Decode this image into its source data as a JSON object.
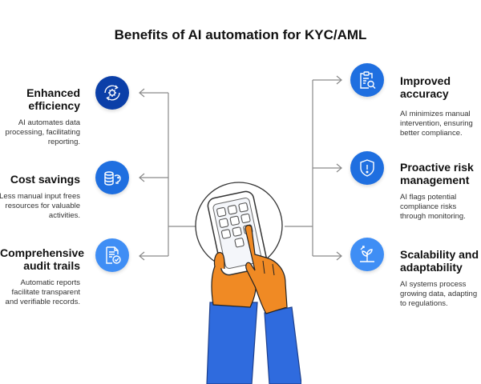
{
  "title": "Benefits of AI automation for KYC/AML",
  "colors": {
    "circle_dark": "#0b3fa8",
    "circle_mid": "#1f6fe0",
    "circle_light": "#3f8ef5",
    "connector": "#8a8a8a",
    "hand": "#f08a24",
    "sleeve": "#2f6bde"
  },
  "benefits": {
    "left": [
      {
        "title": "Enhanced efficiency",
        "title_lines": [
          "Enhanced",
          "efficiency"
        ],
        "description": "AI automates data processing, facilitating reporting.",
        "desc_lines": [
          "AI automates data",
          "processing, facilitating",
          "reporting."
        ],
        "icon": "gear-cycle-icon"
      },
      {
        "title": "Cost savings",
        "title_lines": [
          "Cost savings"
        ],
        "description": "Less manual input frees resources for valuable activities.",
        "desc_lines": [
          "Less manual input frees",
          "resources for valuable",
          "activities."
        ],
        "icon": "coins-piggy-bank-icon"
      },
      {
        "title": "Comprehensive audit trails",
        "title_lines": [
          "Comprehensive",
          "audit trails"
        ],
        "description": "Automatic reports facilitate transparent and verifiable records.",
        "desc_lines": [
          "Automatic reports",
          "facilitate transparent",
          "and verifiable records."
        ],
        "icon": "document-check-icon"
      }
    ],
    "right": [
      {
        "title": "Improved accuracy",
        "title_lines": [
          "Improved",
          "accuracy"
        ],
        "description": "AI minimizes manual intervention, ensuring better compliance.",
        "desc_lines": [
          "AI minimizes manual",
          "intervention, ensuring",
          "better compliance."
        ],
        "icon": "clipboard-search-icon"
      },
      {
        "title": "Proactive risk management",
        "title_lines": [
          "Proactive risk",
          "management"
        ],
        "description": "AI flags potential compliance risks through monitoring.",
        "desc_lines": [
          "AI flags potential",
          "compliance risks",
          "through monitoring."
        ],
        "icon": "shield-alert-icon"
      },
      {
        "title": "Scalability and adaptability",
        "title_lines": [
          "Scalability and",
          "adaptability"
        ],
        "description": "AI systems process growing data, adapting to regulations.",
        "desc_lines": [
          "AI systems process",
          "growing data, adapting",
          "to regulations."
        ],
        "icon": "plant-growth-icon"
      }
    ]
  },
  "center_illustration": {
    "icon": "hand-tapping-keypad-icon"
  }
}
